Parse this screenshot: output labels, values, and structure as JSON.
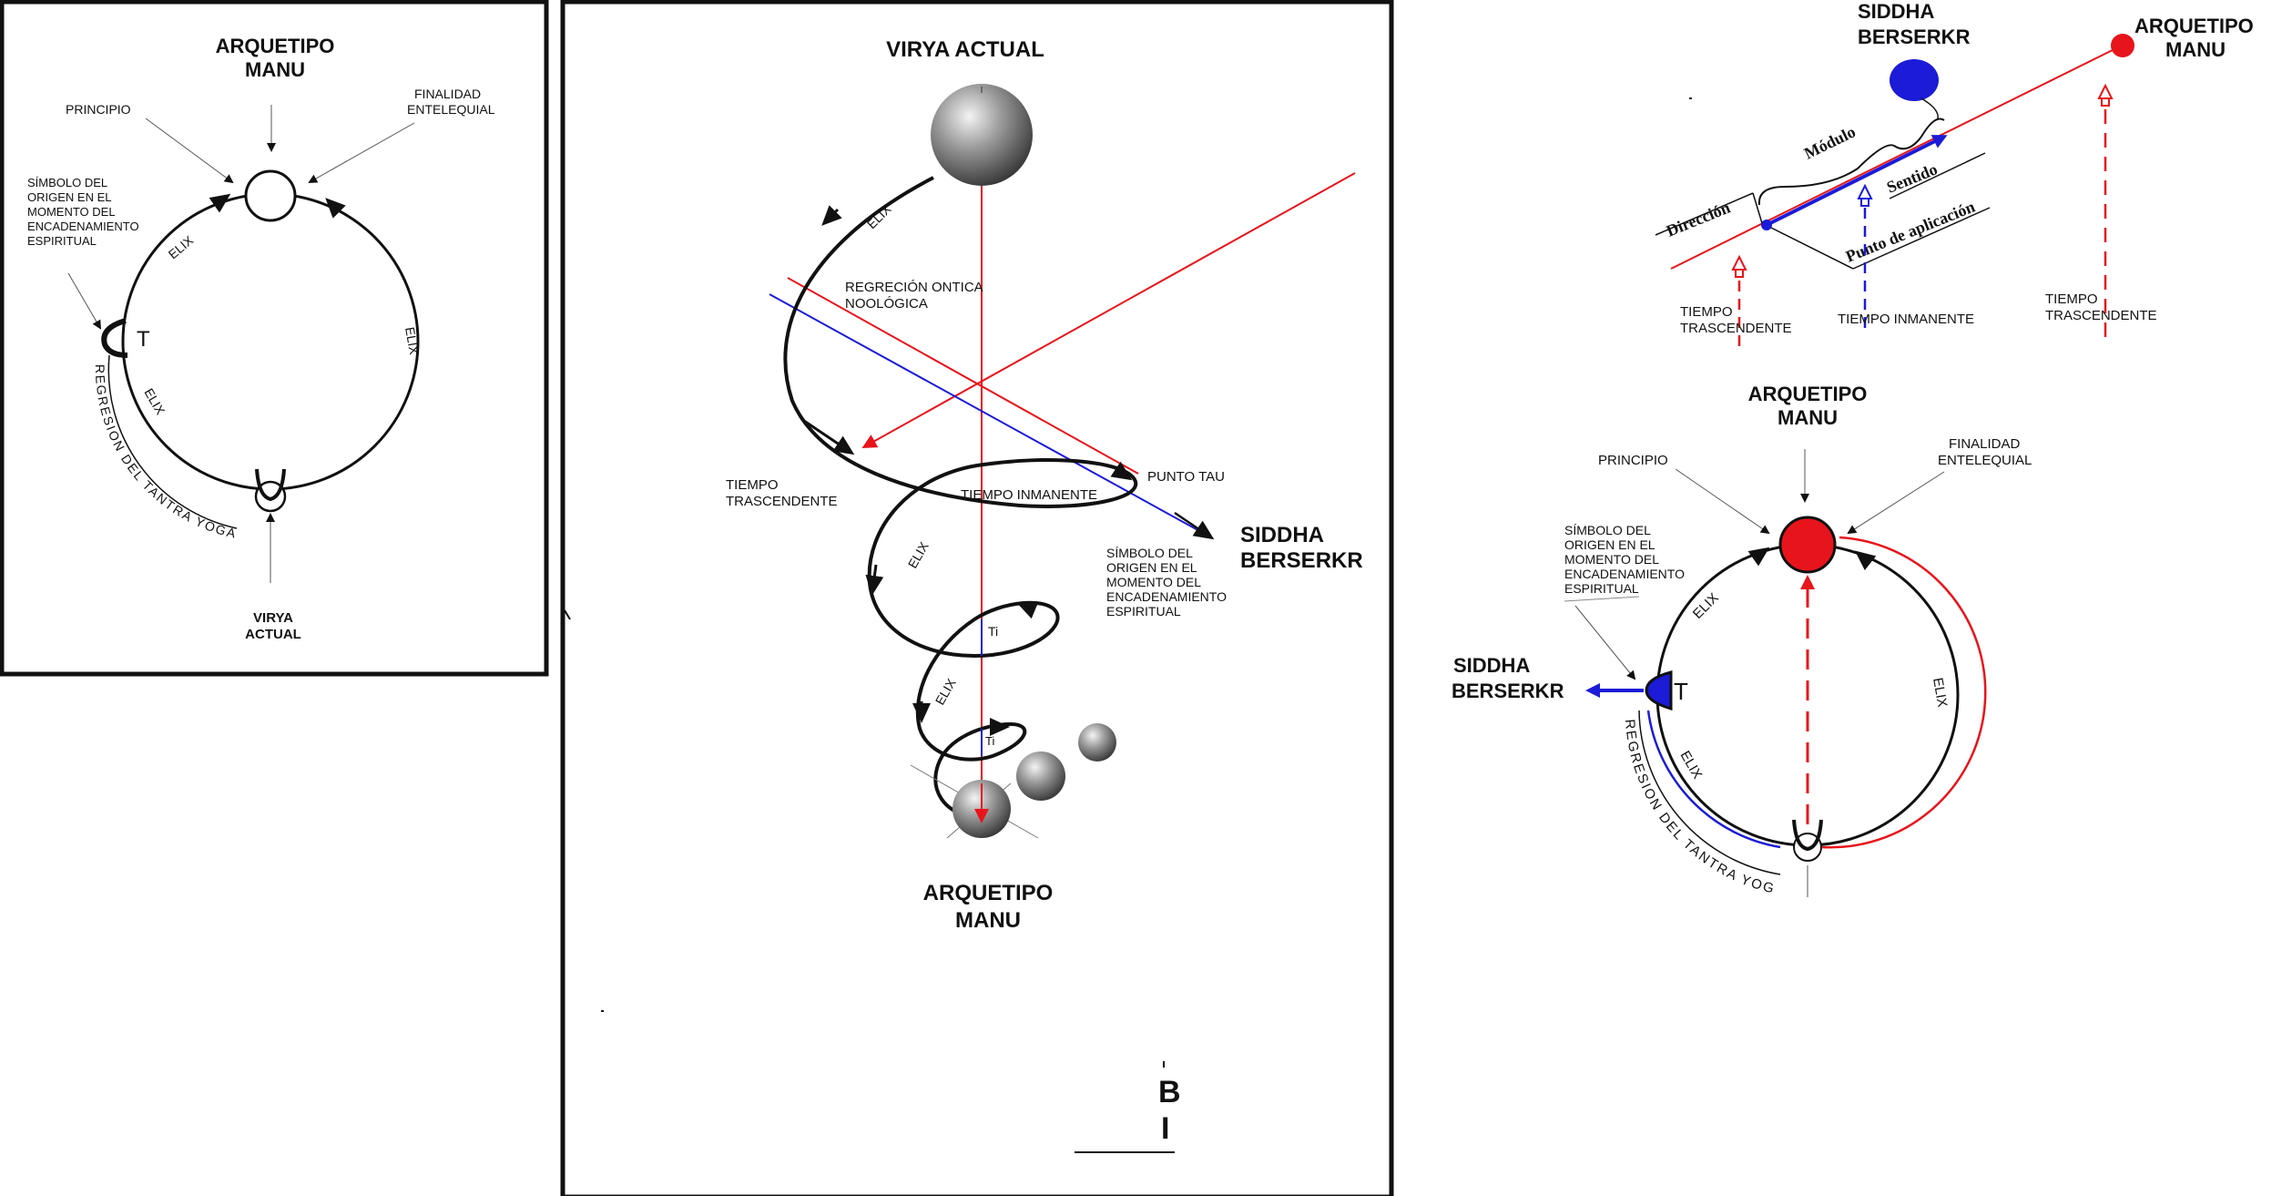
{
  "colors": {
    "red": "#e8141b",
    "blue": "#1b1bd8",
    "black": "#111111",
    "sphere": "#8a8a8a"
  },
  "panel1": {
    "arquetipo": "ARQUETIPO",
    "manu": "MANU",
    "principio": "PRINCIPIO",
    "finalidad": "FINALIDAD",
    "entelequial": "ENTELEQUIAL",
    "simbolo": [
      "SÍMBOLO DEL",
      "ORIGEN EN EL",
      "MOMENTO DEL",
      "ENCADENAMIENTO",
      "ESPIRITUAL"
    ],
    "elix": "ELIX",
    "t": "T",
    "regresion": "REGRESION DEL TANTRA YOGA",
    "virya": "VIRYA",
    "actual": "ACTUAL"
  },
  "panel2": {
    "virya_actual": "VIRYA ACTUAL",
    "elix": "ELIX",
    "regresion": [
      "REGRECIÓN ONTICA",
      "NOOLÓGICA"
    ],
    "tiempo_trascendente": [
      "TIEMPO",
      "TRASCENDENTE"
    ],
    "punto_tau": "PUNTO TAU",
    "tiempo_inmanente": "TIEMPO INMANENTE",
    "siddha": "SIDDHA",
    "berserkr": "BERSERKR",
    "simbolo": [
      "SÍMBOLO DEL",
      "ORIGEN EN EL",
      "MOMENTO DEL",
      "ENCADENAMIENTO",
      "ESPIRITUAL"
    ],
    "ti": "Ti",
    "arquetipo": "ARQUETIPO",
    "manu": "MANU",
    "fragment_1": "B",
    "fragment_2": "I"
  },
  "panel3": {
    "siddha": "SIDDHA",
    "berserkr": "BERSERKR",
    "arquetipo": "ARQUETIPO",
    "manu": "MANU",
    "modulo": "Módulo",
    "direccion": "Dirección",
    "sentido": "Sentido",
    "punto_aplicacion": "Punto de aplicación",
    "tiempo_trascendente": [
      "TIEMPO",
      "TRASCENDENTE"
    ],
    "tiempo_inmanente": "TIEMPO INMANENTE"
  },
  "panel4": {
    "arquetipo": "ARQUETIPO",
    "manu": "MANU",
    "principio": "PRINCIPIO",
    "finalidad": "FINALIDAD",
    "entelequial": "ENTELEQUIAL",
    "simbolo": [
      "SÍMBOLO DEL",
      "ORIGEN EN EL",
      "MOMENTO DEL",
      "ENCADENAMIENTO",
      "ESPIRITUAL"
    ],
    "siddha": "SIDDHA",
    "berserkr": "BERSERKR",
    "t": "T",
    "elix": "ELIX",
    "regresion": "REGRESION DEL TANTRA YOGA"
  }
}
